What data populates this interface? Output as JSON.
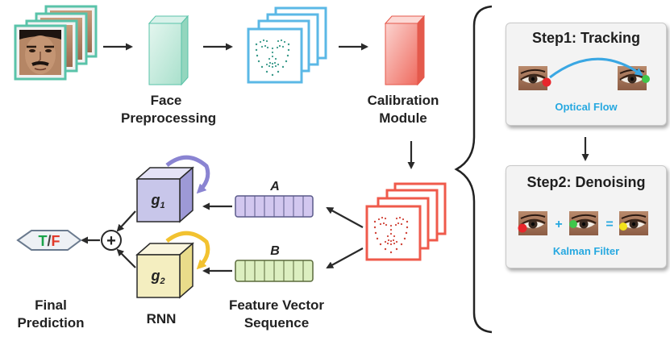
{
  "labels": {
    "face_preprocessing": [
      "Face",
      "Preprocessing"
    ],
    "calibration_module": [
      "Calibration",
      "Module"
    ],
    "final_prediction": [
      "Final",
      "Prediction"
    ],
    "rnn": "RNN",
    "feature_vector_sequence": [
      "Feature Vector",
      "Sequence"
    ],
    "vector_a": "A",
    "vector_b": "B",
    "g1": "g",
    "g1_sub": "1",
    "g2": "g",
    "g2_sub": "2",
    "tf_t": "T",
    "tf_slash": "/",
    "tf_f": "F",
    "plus": "+"
  },
  "step1": {
    "title": "Step1: Tracking",
    "caption": "Optical Flow"
  },
  "step2": {
    "title": "Step2: Denoising",
    "caption": "Kalman Filter",
    "plus": "+",
    "equals": "="
  },
  "colors": {
    "teal": "#59c3a9",
    "blue": "#5bb8e6",
    "red": "#ef5a4b",
    "arrow": "#2a2a2a",
    "caption_blue": "#26a8e0",
    "g1_face": "#c8c6ea",
    "g2_face": "#f4eec0",
    "loop_purple": "#8a84d2",
    "loop_yellow": "#f2c230",
    "vec_a": "#d2c7ef",
    "vec_b": "#dcefc0"
  }
}
